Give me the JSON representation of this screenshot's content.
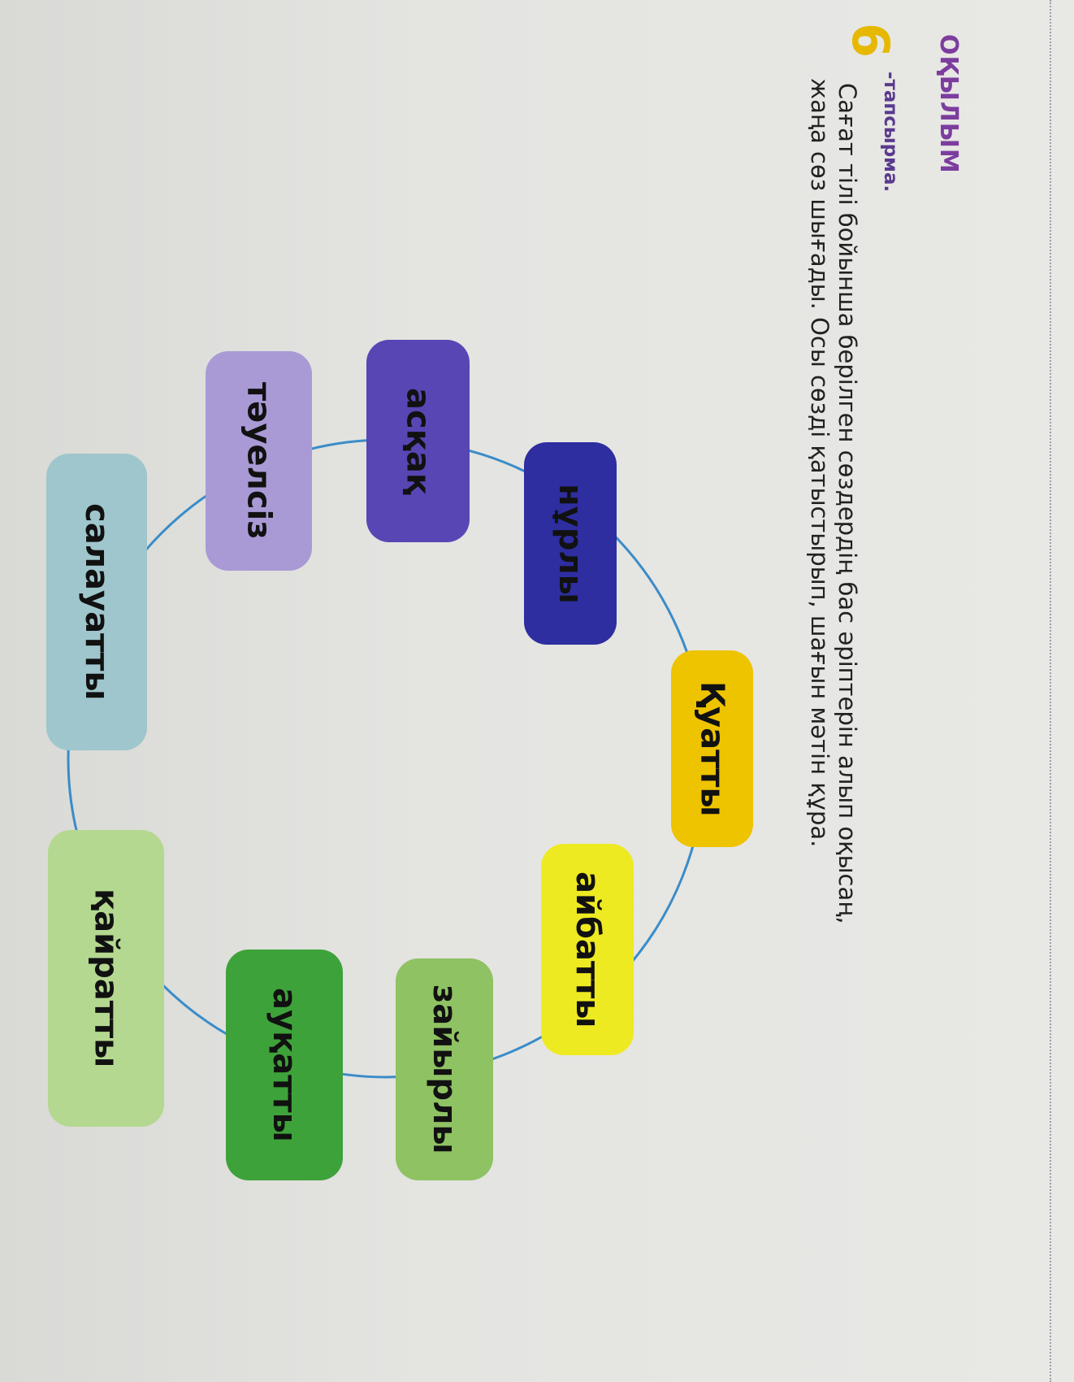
{
  "section_heading": "ОҚЫЛЫМ",
  "task": {
    "number": "6",
    "label": "-тапсырма.",
    "instruction_line1": "Сағат тілі бойынша берілген сөздердің бас әріптерін алып оқысаң,",
    "instruction_line2": "жаңа сөз шығады. Осы сөзді қатыстырып, шағын мәтін құра."
  },
  "clock_words": [
    {
      "text": "Қуатты",
      "color": "#eec300"
    },
    {
      "text": "айбатты",
      "color": "#eeea22"
    },
    {
      "text": "зайырлы",
      "color": "#8fc263"
    },
    {
      "text": "ауқатты",
      "color": "#3ea23a"
    },
    {
      "text": "қайратты",
      "color": "#b4d890"
    },
    {
      "text": "салауатты",
      "color": "#9fc6cc"
    },
    {
      "text": "тәуелсіз",
      "color": "#a99ad6"
    },
    {
      "text": "асқақ",
      "color": "#5846b4"
    },
    {
      "text": "нұрлы",
      "color": "#2e2ea0"
    }
  ],
  "circle_color": "#3a8cc8"
}
